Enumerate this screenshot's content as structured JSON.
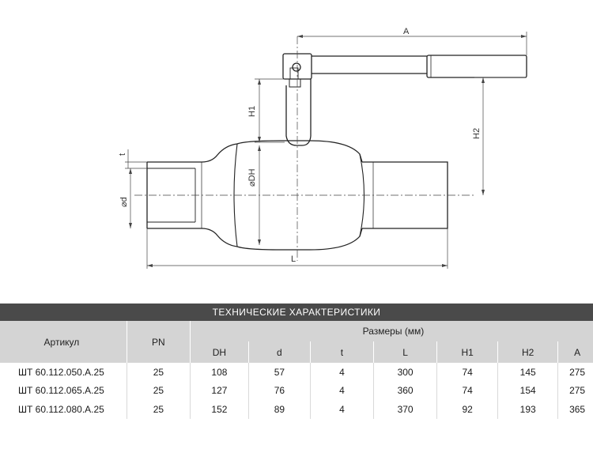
{
  "drawing": {
    "labels": {
      "a": "A",
      "h1": "H1",
      "h2": "H2",
      "t": "t",
      "dn": "⌀DH",
      "d": "⌀d",
      "l": "L"
    }
  },
  "table": {
    "title": "ТЕХНИЧЕСКИЕ ХАРАКТЕРИСТИКИ",
    "col_article": "Артикул",
    "col_pn": "PN",
    "col_dimensions": "Размеры (мм)",
    "dim_columns": [
      "DH",
      "d",
      "t",
      "L",
      "H1",
      "H2",
      "A"
    ],
    "rows": [
      {
        "article": "ШТ 60.112.050.А.25",
        "pn": "25",
        "dh": "108",
        "d": "57",
        "t": "4",
        "l": "300",
        "h1": "74",
        "h2": "145",
        "a": "275"
      },
      {
        "article": "ШТ 60.112.065.А.25",
        "pn": "25",
        "dh": "127",
        "d": "76",
        "t": "4",
        "l": "360",
        "h1": "74",
        "h2": "154",
        "a": "275"
      },
      {
        "article": "ШТ 60.112.080.А.25",
        "pn": "25",
        "dh": "152",
        "d": "89",
        "t": "4",
        "l": "370",
        "h1": "92",
        "h2": "193",
        "a": "365"
      }
    ]
  }
}
